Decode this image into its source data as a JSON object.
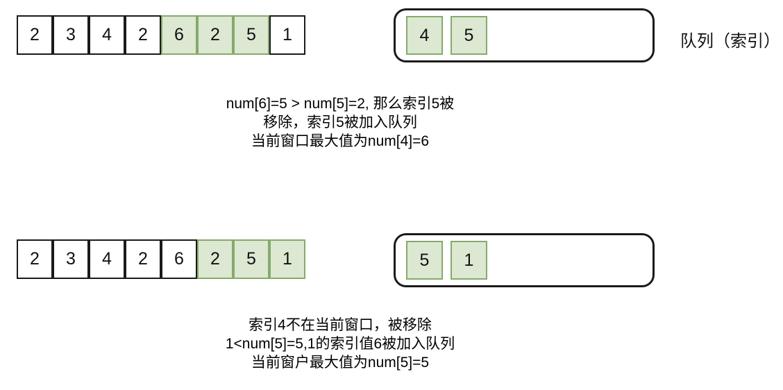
{
  "palette": {
    "highlight_fill": "#dce8d2",
    "highlight_border": "#85aa6b",
    "stroke": "#1a1a1a"
  },
  "queue_label": "队列（索引）",
  "steps": [
    {
      "array": {
        "values": [
          "2",
          "3",
          "4",
          "2",
          "6",
          "2",
          "5",
          "1"
        ],
        "highlighted_indices": [
          4,
          5,
          6
        ]
      },
      "queue": {
        "values": [
          "4",
          "5"
        ]
      },
      "caption_lines": [
        "num[6]=5 > num[5]=2, 那么索引5被",
        "移除，索引5被加入队列",
        "当前窗口最大值为num[4]=6"
      ]
    },
    {
      "array": {
        "values": [
          "2",
          "3",
          "4",
          "2",
          "6",
          "2",
          "5",
          "1"
        ],
        "highlighted_indices": [
          5,
          6,
          7
        ]
      },
      "queue": {
        "values": [
          "5",
          "1"
        ]
      },
      "caption_lines": [
        "索引4不在当前窗口，被移除",
        "1<num[5]=5,1的索引值6被加入队列",
        "当前窗户最大值为num[5]=5"
      ]
    }
  ]
}
